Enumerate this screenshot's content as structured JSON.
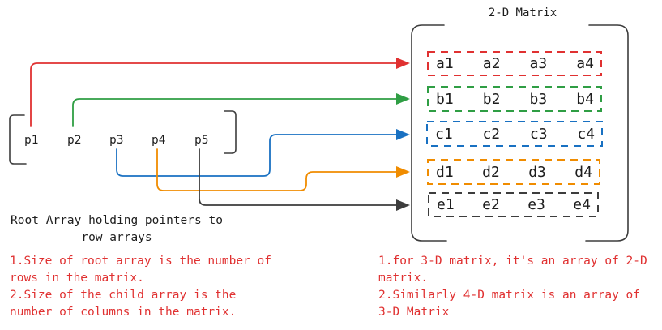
{
  "palette": {
    "red": "#e03131",
    "green": "#2f9e44",
    "blue": "#1971c2",
    "orange": "#f08c00",
    "dark": "#3d3d3d",
    "text": "#1e1e1e",
    "note_red": "#e03131"
  },
  "title": "2-D Matrix",
  "root_array": {
    "pointers": [
      "p1",
      "p2",
      "p3",
      "p4",
      "p5"
    ],
    "caption": "Root Array holding pointers to\nrow arrays"
  },
  "matrix": {
    "rows": [
      {
        "name": "row-a",
        "color": "red",
        "cells": [
          "a1",
          "a2",
          "a3",
          "a4"
        ]
      },
      {
        "name": "row-b",
        "color": "green",
        "cells": [
          "b1",
          "b2",
          "b3",
          "b4"
        ]
      },
      {
        "name": "row-c",
        "color": "blue",
        "cells": [
          "c1",
          "c2",
          "c3",
          "c4"
        ]
      },
      {
        "name": "row-d",
        "color": "orange",
        "cells": [
          "d1",
          "d2",
          "d3",
          "d4"
        ]
      },
      {
        "name": "row-e",
        "color": "dark",
        "cells": [
          "e1",
          "e2",
          "e3",
          "e4"
        ]
      }
    ]
  },
  "notes": {
    "left": "1.Size of root array is the number of\nrows in the matrix.\n2.Size of the child array is the\nnumber of columns in the matrix.",
    "right": "1.for 3-D matrix, it's an array of 2-D\nmatrix.\n2.Similarly 4-D matrix is an array of\n3-D Matrix"
  }
}
